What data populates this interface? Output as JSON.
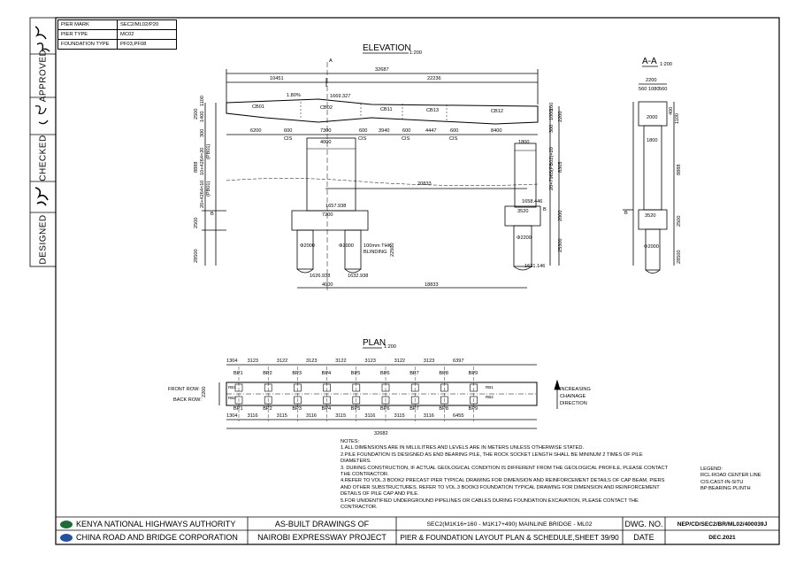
{
  "info": {
    "rows": [
      {
        "label": "PIER MARK",
        "value": "SEC2/ML02/P20"
      },
      {
        "label": "PIER TYPE",
        "value": "MC02"
      },
      {
        "label": "FOUNDATION TYPE",
        "value": "PF03,PF08"
      }
    ]
  },
  "sidebar": {
    "approved": "APPROVED",
    "checked": "CHECKED",
    "designed": "DESIGNED"
  },
  "elevation": {
    "title": "ELEVATION",
    "scale": "1:200",
    "section_mark": "A",
    "total_width": "32687",
    "left_width": "10451",
    "right_width": "22236",
    "slope": "1.80%",
    "level_top": "1669.327",
    "cb": [
      "CB01",
      "CB02",
      "CB11",
      "CB13",
      "CB12"
    ],
    "beam_dims": [
      "6200",
      "600",
      "7300",
      "600",
      "3940",
      "600",
      "4447",
      "600",
      "8400"
    ],
    "cis": [
      "CIS",
      "CIS",
      "CIS",
      "CIS"
    ],
    "col_width_left": "4000",
    "col_width_right": "1800",
    "span": "20833",
    "level_pc_right": "1658.446",
    "level_pc_left": "1657.938",
    "pc_width_left": "7200",
    "pc_width_right": "3520",
    "pile_dia": "Φ2000",
    "pile_dia_right": "Φ2200",
    "blinding": "100mm THK. BLINDING",
    "pile_len_mid": "22500",
    "level_toe_1": "1626.938",
    "level_toe_2": "1632.938",
    "level_toe_right": "1631.146",
    "pile_spacing": "4000",
    "pile_offset": "18833",
    "left_dims": [
      "2500",
      "300",
      "1400",
      "1100",
      "10+4264=20",
      "(PB01)",
      "8888",
      "20+4264=10",
      "(PB01)",
      "2500",
      "28500"
    ],
    "right_dims": [
      "2200",
      "300",
      "1000",
      "100",
      "20+7965(PB02)+20",
      "8305",
      "2000",
      "25300"
    ],
    "b_mark": "B"
  },
  "section_aa": {
    "title": "A-A",
    "scale": "1:200",
    "top_width": "2200",
    "sub_dims": [
      "560",
      "1080",
      "560"
    ],
    "col_w": "2000",
    "col_w2": "1800",
    "side_dims": [
      "400",
      "1100"
    ],
    "height": "8888",
    "pc_w": "3520",
    "pc_h": "2500",
    "pile": "Φ2000",
    "pile_len": "28500"
  },
  "plan": {
    "title": "PLAN",
    "scale": "1:200",
    "top_dims": [
      "1304",
      "3123",
      "3122",
      "3123",
      "3122",
      "3123",
      "3122",
      "3123",
      "6397"
    ],
    "bottom_dims": [
      "1304",
      "3116",
      "3115",
      "3116",
      "3115",
      "3116",
      "3115",
      "3116",
      "6455"
    ],
    "total": "32682",
    "bp": [
      "BP1",
      "BP2",
      "BP3",
      "BP4",
      "BP5",
      "BP6",
      "BP7",
      "BP8",
      "BP9"
    ],
    "front_row": "FRONT ROW:",
    "back_row": "BACK ROW:",
    "width": "2200",
    "rb_left": [
      "RB1",
      "RB2"
    ],
    "rb_right": [
      "RB1",
      "RB2"
    ],
    "chainage": [
      "INCREASING",
      "CHAINAGE",
      "DIRECTION"
    ]
  },
  "notes": {
    "heading": "NOTES:",
    "items": [
      "1.ALL DIMENSIONS ARE IN MILLILITRES AND LEVELS ARE IN METERS UNLESS OTHERWISE STATED.",
      "2.PILE FOUNDATION IS DESIGNED AS END BEARING PILE, THE ROCK SOCKET LENGTH SHALL BE MININUM 2 TIMES OF PILE DIAMETERS.",
      "3. DURING CONSTRUCTION, IF ACTUAL GEOLOGICAL CONDITION IS DIFFERENT FROM THE GEOLOGICAL PROFILE, PLEASE CONTACT THE CONTRACTOR.",
      "4.REFER TO VOL.3 BOOK2 PRECAST PIER TYPICAL DRAWING FOR DIMENSION AND REINFORCEMENT DETAILS OF CAP BEAM, PIERS AND OTHER SUBSTRUCTURES. REFER TO VOL.3 BOOK3 FOUNDATION TYPICAL DRAWING FOR DIMENSION AND REINFORCEMENT DETAILS OF PILE CAP AND PILE.",
      "5.FOR UNIDENTIFIED UNDERGROUND PIPELINES OR CABLES DURING FOUNDATION EXCAVATION, PLEASE CONTACT THE CONTRACTOR."
    ]
  },
  "legend": {
    "heading": "LEGEND:",
    "items": [
      "RCL:ROAD CENTER LINE",
      "CIS:CAST-IN-SITU",
      "BP:BEARING PLINTH"
    ]
  },
  "title_block": {
    "org1": "KENYA NATIONAL HIGHWAYS AUTHORITY",
    "org2": "CHINA ROAD AND BRIDGE CORPORATION",
    "project1": "AS-BUILT DRAWINGS OF",
    "project2": "NAIROBI EXPRESSWAY PROJECT",
    "section": "SEC2(M1K16+160 - M1K17+490) MAINLINE BRIDGE - ML02",
    "sheet_title": "PIER & FOUNDATION LAYOUT PLAN & SCHEDULE,SHEET 39/90",
    "dwg_label": "DWG. NO.",
    "dwg_no": "NEP/CD/SEC2/BR/ML02/400039J",
    "date_label": "DATE",
    "date": "DEC.2021"
  },
  "colors": {
    "line": "#000000",
    "hidden": "#555555",
    "logo1": "#1f6b3a",
    "logo2": "#2350a0"
  }
}
